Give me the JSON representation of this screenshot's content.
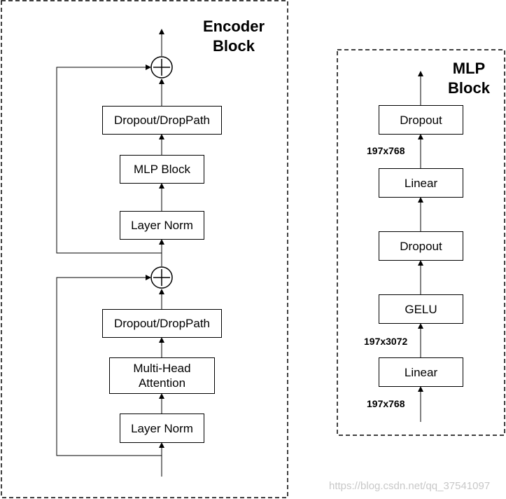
{
  "encoder": {
    "title_line1": "Encoder",
    "title_line2": "Block",
    "layer_norm_bottom": "Layer Norm",
    "attention_line1": "Multi-Head",
    "attention_line2": "Attention",
    "dropout_bottom": "Dropout/DropPath",
    "layer_norm_top": "Layer Norm",
    "mlp_block": "MLP Block",
    "dropout_top": "Dropout/DropPath",
    "add_symbol": "+"
  },
  "mlp": {
    "title_line1": "MLP",
    "title_line2": "Block",
    "linear_bottom": "Linear",
    "gelu": "GELU",
    "dropout_mid": "Dropout",
    "linear_top": "Linear",
    "dropout_top": "Dropout",
    "dim_input": "197x768",
    "dim_hidden": "197x3072",
    "dim_output": "197x768"
  },
  "watermark": "https://blog.csdn.net/qq_37541097"
}
